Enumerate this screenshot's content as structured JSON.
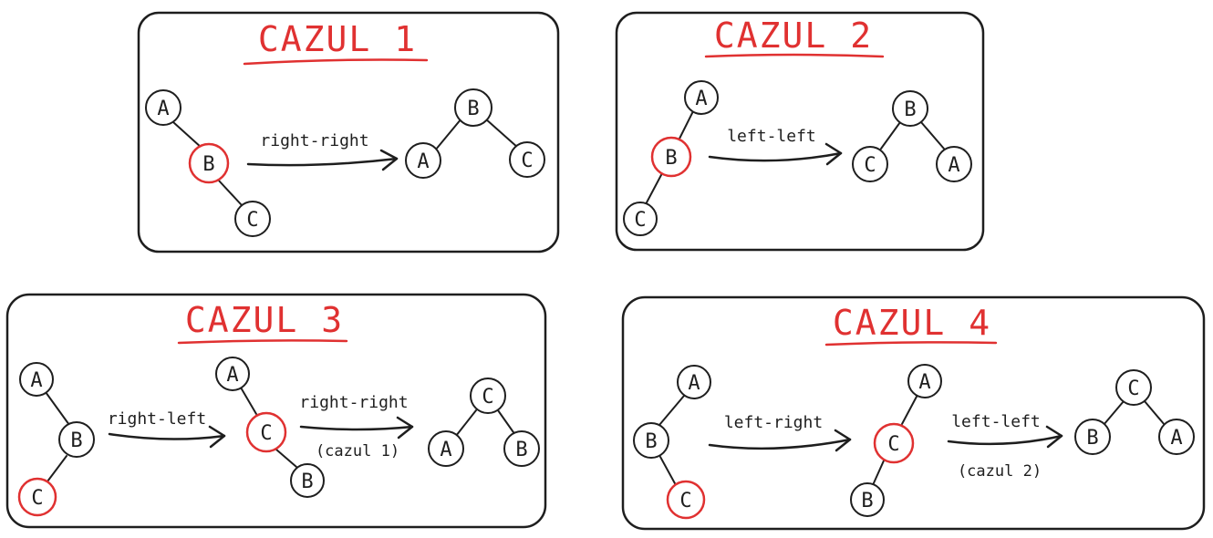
{
  "panels": [
    {
      "title": "CAZUL 1",
      "trees": [
        {
          "nodes": [
            {
              "label": "A"
            },
            {
              "label": "B",
              "highlight": true
            },
            {
              "label": "C"
            }
          ]
        },
        {
          "nodes": [
            {
              "label": "B"
            },
            {
              "label": "A"
            },
            {
              "label": "C"
            }
          ]
        }
      ],
      "arrows": [
        {
          "label": "right-right",
          "note": ""
        }
      ]
    },
    {
      "title": "CAZUL 2",
      "trees": [
        {
          "nodes": [
            {
              "label": "A"
            },
            {
              "label": "B",
              "highlight": true
            },
            {
              "label": "C"
            }
          ]
        },
        {
          "nodes": [
            {
              "label": "B"
            },
            {
              "label": "C"
            },
            {
              "label": "A"
            }
          ]
        }
      ],
      "arrows": [
        {
          "label": "left-left",
          "note": ""
        }
      ]
    },
    {
      "title": "CAZUL 3",
      "trees": [
        {
          "nodes": [
            {
              "label": "A"
            },
            {
              "label": "B"
            },
            {
              "label": "C",
              "highlight": true
            }
          ]
        },
        {
          "nodes": [
            {
              "label": "A"
            },
            {
              "label": "C",
              "highlight": true
            },
            {
              "label": "B"
            }
          ]
        },
        {
          "nodes": [
            {
              "label": "C"
            },
            {
              "label": "A"
            },
            {
              "label": "B"
            }
          ]
        }
      ],
      "arrows": [
        {
          "label": "right-left",
          "note": ""
        },
        {
          "label": "right-right",
          "note": "(cazul 1)"
        }
      ]
    },
    {
      "title": "CAZUL 4",
      "trees": [
        {
          "nodes": [
            {
              "label": "A"
            },
            {
              "label": "B"
            },
            {
              "label": "C",
              "highlight": true
            }
          ]
        },
        {
          "nodes": [
            {
              "label": "A"
            },
            {
              "label": "C",
              "highlight": true
            },
            {
              "label": "B"
            }
          ]
        },
        {
          "nodes": [
            {
              "label": "C"
            },
            {
              "label": "B"
            },
            {
              "label": "A"
            }
          ]
        }
      ],
      "arrows": [
        {
          "label": "left-right",
          "note": ""
        },
        {
          "label": "left-left",
          "note": "(cazul 2)"
        }
      ]
    }
  ]
}
